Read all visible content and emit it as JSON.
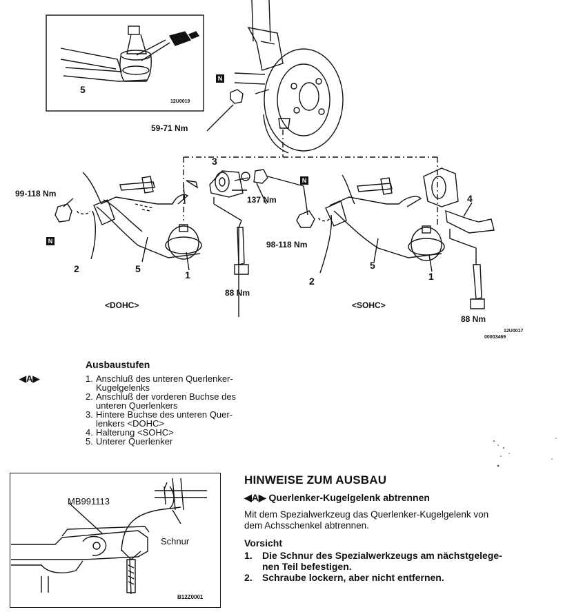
{
  "figure": {
    "inset_code": "12U0019",
    "figure_code_1": "12U0017",
    "figure_code_2": "00003469",
    "labels": {
      "torque_balljoint_nut": "59-71 Nm",
      "torque_left_nut": "99-118 Nm",
      "torque_bush_nut": "137 Nm",
      "torque_right_nut": "98-118 Nm",
      "torque_bolt_center": "88 Nm",
      "torque_bolt_right": "88 Nm",
      "n_badge": "N",
      "dohc": "<DOHC>",
      "sohc": "<SOHC>",
      "inset_part": "5",
      "dohc_part_1": "1",
      "dohc_part_2": "2",
      "dohc_part_5": "5",
      "bush_part_3": "3",
      "sohc_part_1": "1",
      "sohc_part_2": "2",
      "sohc_part_5": "5",
      "bracket_part_4": "4"
    }
  },
  "removal_steps": {
    "heading": "Ausbaustufen",
    "marker": "◀A▶",
    "items": [
      {
        "num": "1.",
        "lines": [
          "Anschluß des unteren Querlenker-",
          "Kugelgelenks"
        ]
      },
      {
        "num": "2.",
        "lines": [
          "Anschluß der vorderen Buchse des",
          "unteren Querlenkers"
        ]
      },
      {
        "num": "3.",
        "lines": [
          "Hintere Buchse des unteren Quer-",
          "lenkers <DOHC>"
        ]
      },
      {
        "num": "4.",
        "lines": [
          "Halterung <SOHC>"
        ]
      },
      {
        "num": "5.",
        "lines": [
          "Unterer Querlenker"
        ]
      }
    ]
  },
  "tool_figure": {
    "tool_number": "MB991113",
    "cord_label": "Schnur",
    "code": "B12Z0001"
  },
  "notes": {
    "title": "HINWEISE ZUM AUSBAU",
    "sub_marker": "◀A▶",
    "subtitle": "Querlenker-Kugelgelenk abtrennen",
    "text_lines": [
      "Mit dem Spezialwerkzeug das Querlenker-Kugelgelenk von",
      "dem Achsschenkel abtrennen."
    ],
    "caution_title": "Vorsicht",
    "caution_items": [
      {
        "num": "1.",
        "lines": [
          "Die Schnur des Spezialwerkzeugs am nächstgelege-",
          "nen Teil befestigen."
        ]
      },
      {
        "num": "2.",
        "lines": [
          "Schraube lockern, aber nicht entfernen."
        ]
      }
    ]
  }
}
